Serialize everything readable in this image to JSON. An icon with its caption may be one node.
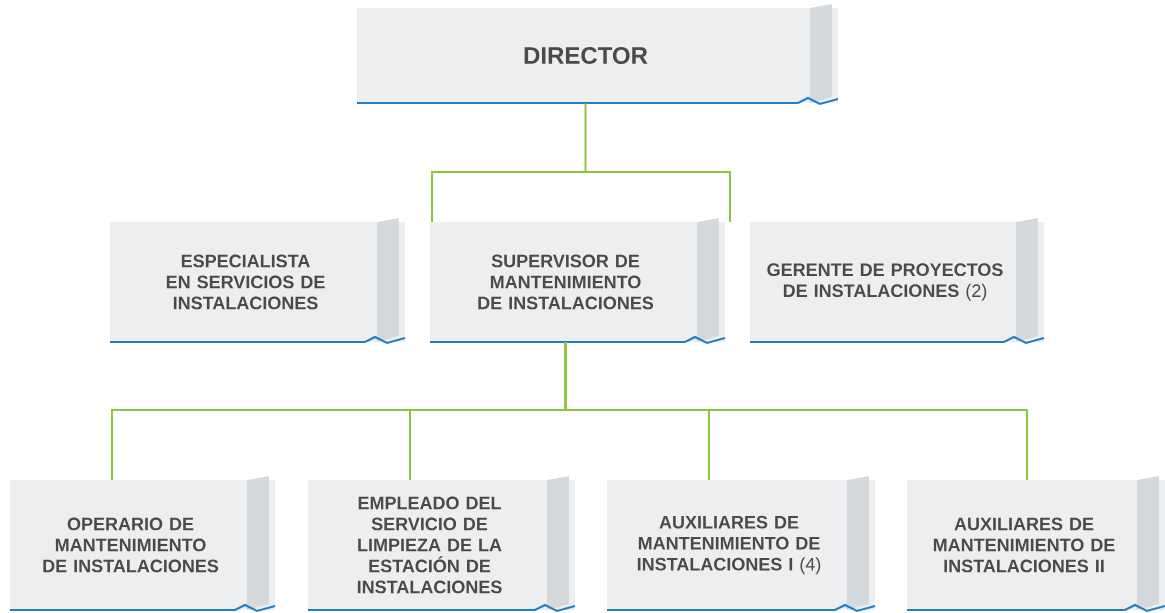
{
  "diagram": {
    "nodes": [
      {
        "text": [
          "DIRECTOR"
        ]
      },
      {
        "text": [
          "ESPECIALISTA EN SERVICIOS DE INSTALACIONES"
        ]
      },
      {
        "text": [
          "SUPERVISOR DE MANTENIMIENTO DE INSTALACIONES"
        ]
      },
      {
        "text": [
          "**GERENTE DE PROYECTOS DE INSTALACIONES** (2)"
        ]
      },
      {
        "text": [
          "OPERARIO DE MANTENIMIENTO DE INSTALACIONES"
        ]
      },
      {
        "text": [
          "EMPLEADO DEL SERVICIO DE LIMPIEZA DE LA ESTACIÓN DE INSTALACIONES"
        ]
      },
      {
        "text": [
          "**AUXILIARES DE MANTENIMIENTO DE INSTALACIONES I** (4)"
        ]
      },
      {
        "text": [
          "AUXILIARES DE MANTENIMIENTO DE INSTALACIONES II"
        ]
      }
    ],
    "edges": [
      {
        "from": 0,
        "to": 2,
        "arrow": "none"
      },
      {
        "from": 2,
        "to": 4,
        "arrow": "none"
      },
      {
        "from": 2,
        "to": 5,
        "arrow": "none"
      },
      {
        "from": 2,
        "to": 6,
        "arrow": "none"
      },
      {
        "from": 2,
        "to": 7,
        "arrow": "none"
      }
    ]
  }
}
